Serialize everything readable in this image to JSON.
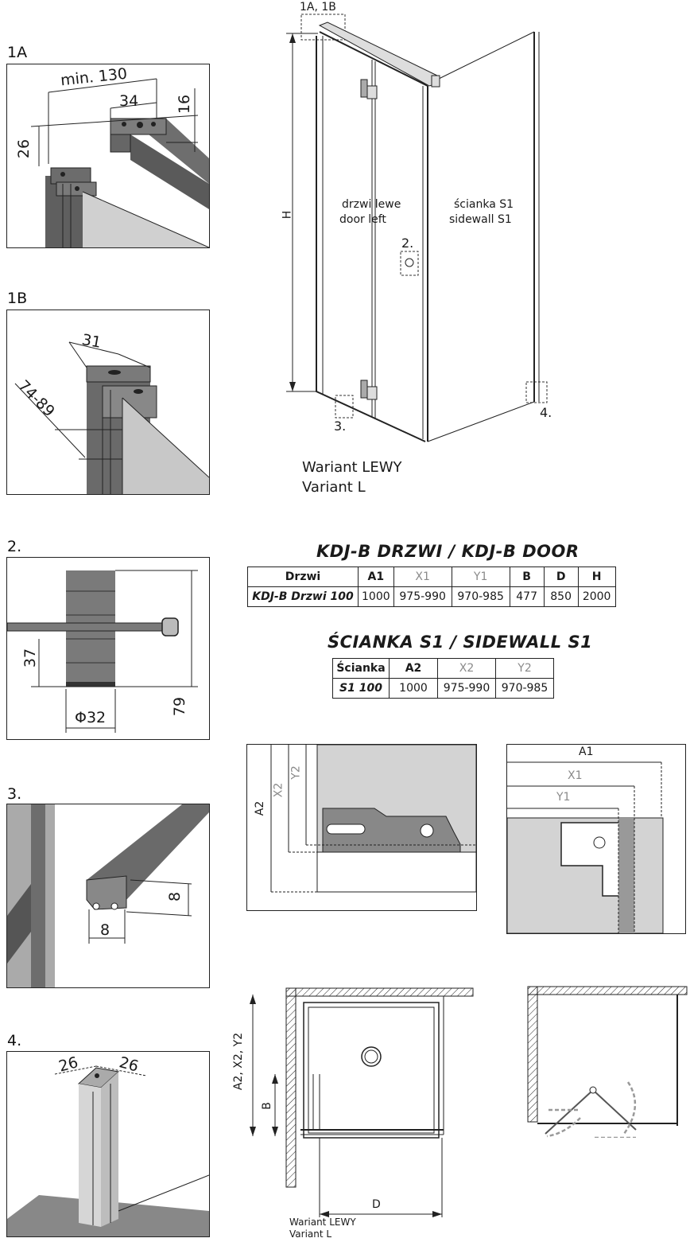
{
  "labels": {
    "sec_1a": "1A",
    "sec_1b": "1B",
    "sec_2": "2.",
    "sec_3": "3.",
    "sec_4": "4.",
    "top_callout": "1A, 1B",
    "callout_2": "2.",
    "callout_3": "3.",
    "callout_4": "4.",
    "H": "H",
    "door_left_pl": "drzwi lewe",
    "door_left_en": "door left",
    "sidewall_pl": "ścianka S1",
    "sidewall_en": "sidewall S1",
    "variant_pl": "Wariant LEWY",
    "variant_en": "Variant L",
    "plan_variant_pl": "Wariant LEWY",
    "plan_variant_en": "Variant L"
  },
  "detail_1a": {
    "min": "min. 130",
    "d34": "34",
    "d16": "16",
    "d26": "26"
  },
  "detail_1b": {
    "d31": "31",
    "range": "74-89"
  },
  "detail_2": {
    "d37": "37",
    "d79": "79",
    "phi": "Φ32"
  },
  "detail_3": {
    "d8a": "8",
    "d8b": "8"
  },
  "detail_4": {
    "a": "26",
    "b": "26"
  },
  "door_table": {
    "title": "KDJ-B  DRZWI / KDJ-B DOOR",
    "headers": [
      "Drzwi",
      "A1",
      "X1",
      "Y1",
      "B",
      "D",
      "H"
    ],
    "row": [
      "KDJ-B Drzwi 100",
      "1000",
      "975-990",
      "970-985",
      "477",
      "850",
      "2000"
    ]
  },
  "wall_table": {
    "title": "ŚCIANKA S1 / SIDEWALL S1",
    "headers": [
      "Ścianka",
      "A2",
      "X2",
      "Y2"
    ],
    "row": [
      "S1 100",
      "1000",
      "975-990",
      "970-985"
    ]
  },
  "section_left": {
    "a2": "A2",
    "x2": "X2",
    "y2": "Y2"
  },
  "section_right": {
    "a1": "A1",
    "x1": "X1",
    "y1": "Y1"
  },
  "plan": {
    "side": "A2, X2, Y2",
    "b": "B",
    "d": "D"
  }
}
